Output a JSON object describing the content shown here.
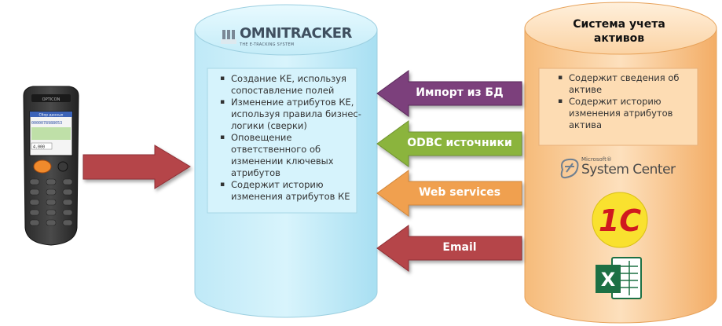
{
  "omnitracker": {
    "logo_text": "OMNITRACKER",
    "tagline": "THE E-TRACKING SYSTEM",
    "items": [
      "Создание КЕ, используя сопоставление полей",
      "Изменение атрибутов КЕ, используя правила бизнес-логики (сверки)",
      "Оповещение ответственного об изменении ключевых атрибутов",
      "Содержит историю изменения атрибутов КЕ"
    ]
  },
  "asset_system": {
    "title": "Система учета активов",
    "items": [
      "Содержит сведения об активе",
      "Содержит историю изменения атрибутов актива"
    ],
    "logos": [
      "Microsoft System Center",
      "1С",
      "Excel"
    ]
  },
  "connectors": [
    {
      "label": "Импорт из БД",
      "color": "#7b3f7b"
    },
    {
      "label": "ODBC источники",
      "color": "#8bb43c"
    },
    {
      "label": "Web services",
      "color": "#f0a050"
    },
    {
      "label": "Email",
      "color": "#b5454a"
    }
  ],
  "system_center": {
    "brand_small": "Microsoft®",
    "brand_big": "System Center"
  },
  "onec": {
    "text": "1С"
  },
  "excel": {
    "letter": "X"
  },
  "scanner": {
    "brand": "OPTICON",
    "screen_title": "Сбор данных",
    "screen_code": "0000078988053",
    "screen_qty": "4.000"
  }
}
